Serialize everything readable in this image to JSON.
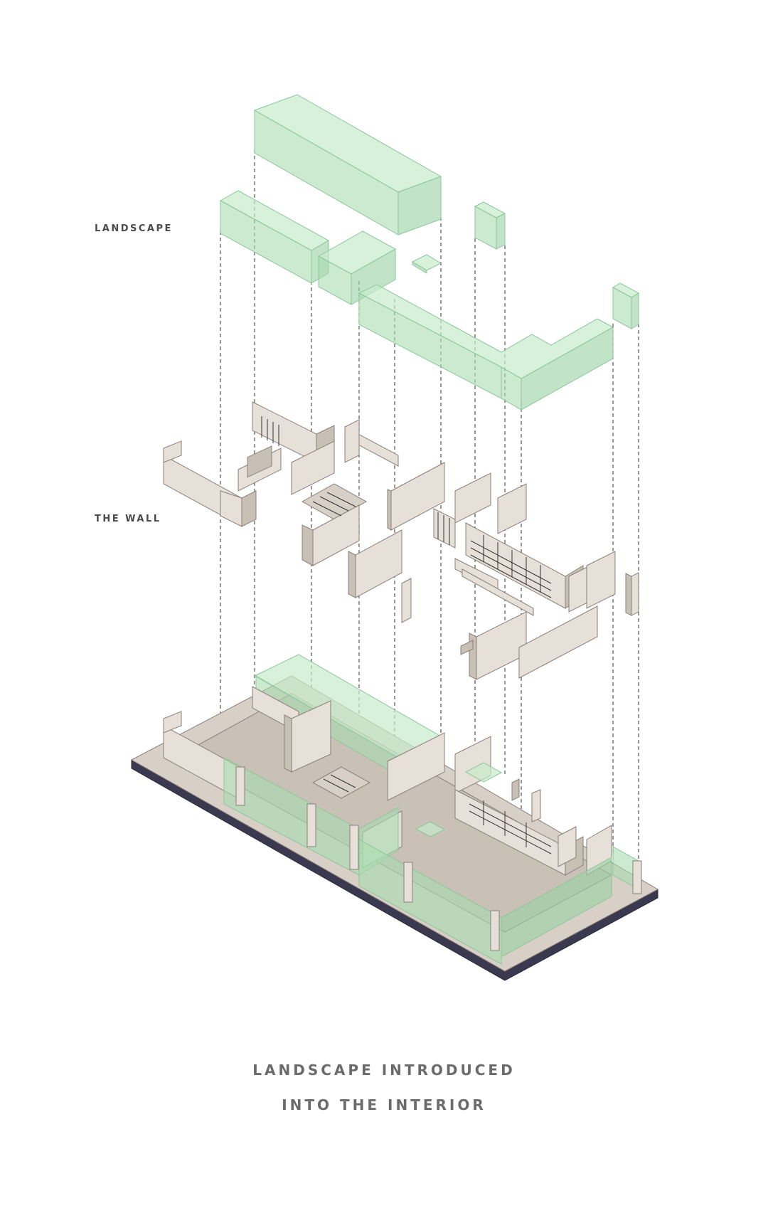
{
  "labels": {
    "landscape": "LANDSCAPE",
    "wall": "THE WALL"
  },
  "caption": {
    "line1": "LANDSCAPE INTRODUCED",
    "line2": "INTO THE INTERIOR"
  },
  "colors": {
    "landscape_green": "#a8dcb0",
    "wall_beige": "#e6e0d8",
    "floor_taupe": "#c9c0b6",
    "slab_edge": "#3b3950"
  }
}
